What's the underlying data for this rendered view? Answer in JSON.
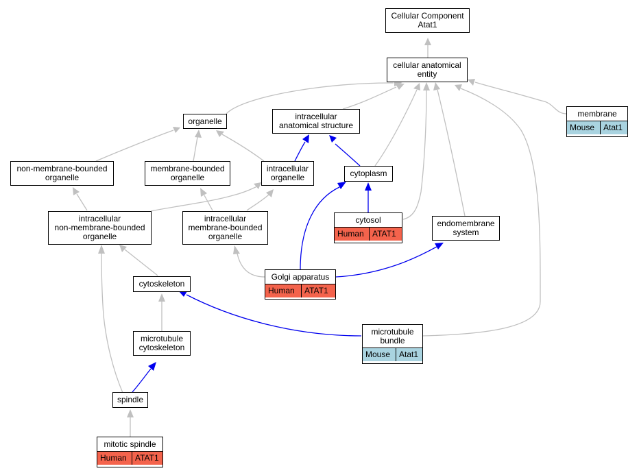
{
  "nodes": {
    "cc": {
      "lines": [
        "Cellular Component",
        "Atat1"
      ]
    },
    "cae": {
      "lines": [
        "cellular anatomical",
        "entity"
      ]
    },
    "organelle": {
      "lines": [
        "organelle"
      ]
    },
    "ias": {
      "lines": [
        "intracellular",
        "anatomical structure"
      ]
    },
    "membrane": {
      "lines": [
        "membrane"
      ],
      "annot": {
        "species": "Mouse",
        "gene": "Atat1"
      }
    },
    "nmbo": {
      "lines": [
        "non-membrane-bounded",
        "organelle"
      ]
    },
    "mbo": {
      "lines": [
        "membrane-bounded",
        "organelle"
      ]
    },
    "io": {
      "lines": [
        "intracellular",
        "organelle"
      ]
    },
    "cytoplasm": {
      "lines": [
        "cytoplasm"
      ]
    },
    "inmbo": {
      "lines": [
        "intracellular",
        "non-membrane-bounded",
        "organelle"
      ]
    },
    "imbo": {
      "lines": [
        "intracellular",
        "membrane-bounded",
        "organelle"
      ]
    },
    "cytosol": {
      "lines": [
        "cytosol"
      ],
      "annot": {
        "species": "Human",
        "gene": "ATAT1"
      }
    },
    "endo": {
      "lines": [
        "endomembrane",
        "system"
      ]
    },
    "golgi": {
      "lines": [
        "Golgi apparatus"
      ],
      "annot": {
        "species": "Human",
        "gene": "ATAT1"
      }
    },
    "cytoskeleton": {
      "lines": [
        "cytoskeleton"
      ]
    },
    "mtbundle": {
      "lines": [
        "microtubule",
        "bundle"
      ],
      "annot": {
        "species": "Mouse",
        "gene": "Atat1"
      }
    },
    "mtcyto": {
      "lines": [
        "microtubule",
        "cytoskeleton"
      ]
    },
    "spindle": {
      "lines": [
        "spindle"
      ]
    },
    "mitotic": {
      "lines": [
        "mitotic spindle"
      ],
      "annot": {
        "species": "Human",
        "gene": "ATAT1"
      }
    }
  },
  "colors": {
    "is_a_edge": "#c0c0c0",
    "part_of_edge": "#0000ee",
    "human_annotation": "#f4634c",
    "mouse_annotation": "#a9d3e0"
  }
}
